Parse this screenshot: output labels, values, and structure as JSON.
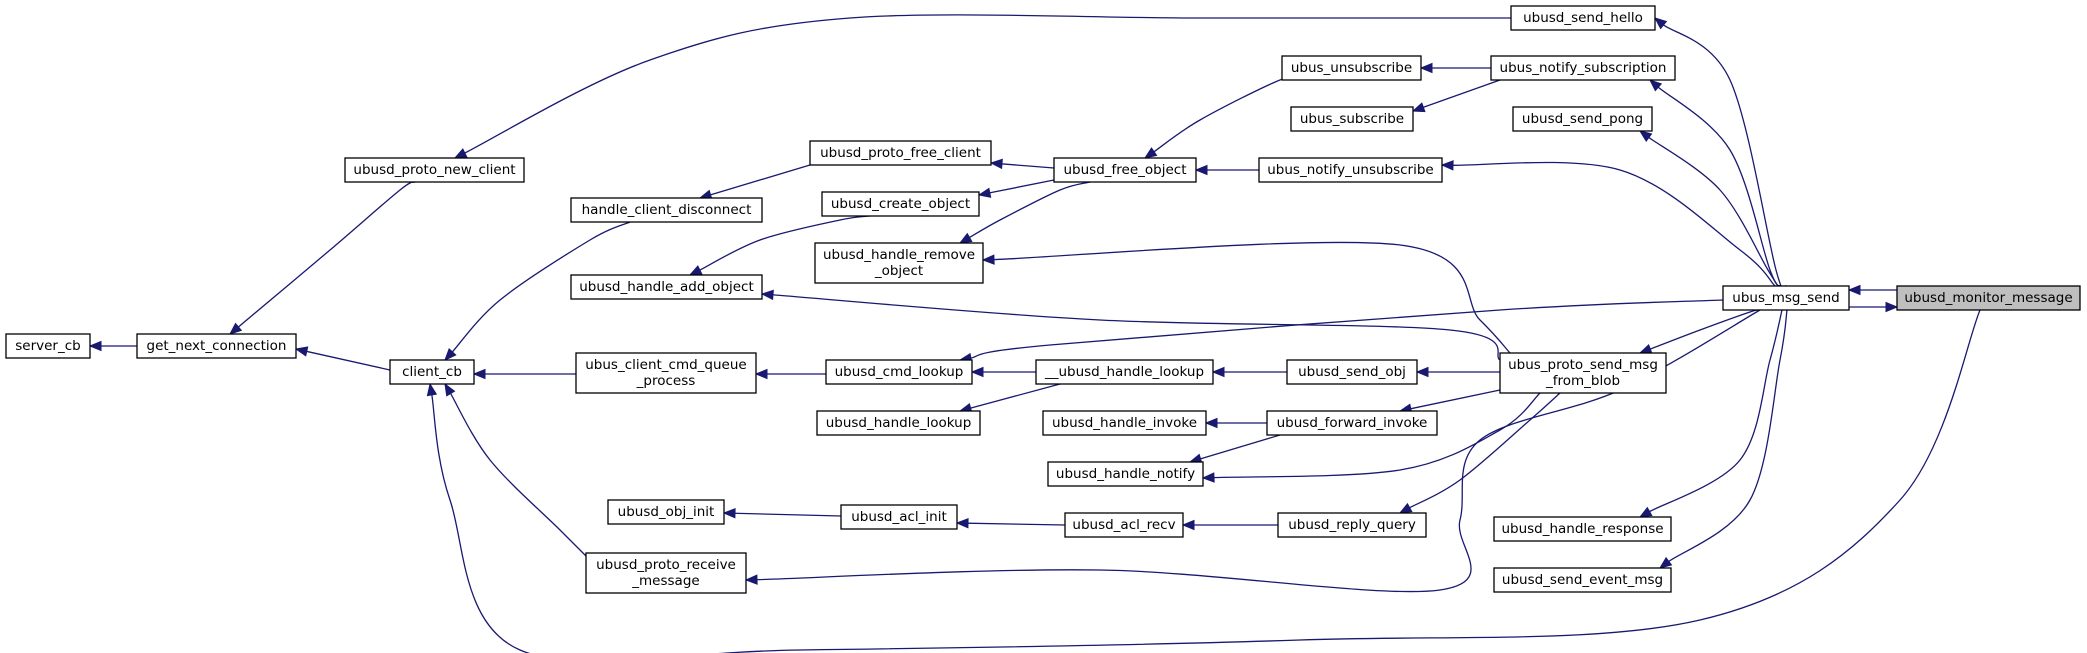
{
  "nodes": [
    {
      "id": "ubusd_monitor_message",
      "lines": [
        "ubusd_monitor_message"
      ]
    },
    {
      "id": "ubus_msg_send",
      "lines": [
        "ubus_msg_send"
      ]
    },
    {
      "id": "ubusd_send_hello",
      "lines": [
        "ubusd_send_hello"
      ]
    },
    {
      "id": "ubus_notify_subscription",
      "lines": [
        "ubus_notify_subscription"
      ]
    },
    {
      "id": "ubusd_send_pong",
      "lines": [
        "ubusd_send_pong"
      ]
    },
    {
      "id": "ubus_notify_unsubscribe",
      "lines": [
        "ubus_notify_unsubscribe"
      ]
    },
    {
      "id": "ubus_proto_send_msg_from_blob",
      "lines": [
        "ubus_proto_send_msg",
        "_from_blob"
      ]
    },
    {
      "id": "ubusd_handle_response",
      "lines": [
        "ubusd_handle_response"
      ]
    },
    {
      "id": "ubusd_send_event_msg",
      "lines": [
        "ubusd_send_event_msg"
      ]
    },
    {
      "id": "ubus_unsubscribe",
      "lines": [
        "ubus_unsubscribe"
      ]
    },
    {
      "id": "ubus_subscribe",
      "lines": [
        "ubus_subscribe"
      ]
    },
    {
      "id": "ubusd_free_object",
      "lines": [
        "ubusd_free_object"
      ]
    },
    {
      "id": "ubusd_send_obj",
      "lines": [
        "ubusd_send_obj"
      ]
    },
    {
      "id": "ubusd_forward_invoke",
      "lines": [
        "ubusd_forward_invoke"
      ]
    },
    {
      "id": "ubusd_reply_query",
      "lines": [
        "ubusd_reply_query"
      ]
    },
    {
      "id": "ubusd_proto_free_client",
      "lines": [
        "ubusd_proto_free_client"
      ]
    },
    {
      "id": "ubusd_create_object",
      "lines": [
        "ubusd_create_object"
      ]
    },
    {
      "id": "ubusd_handle_remove_object",
      "lines": [
        "ubusd_handle_remove",
        "_object"
      ]
    },
    {
      "id": "__ubusd_handle_lookup",
      "lines": [
        "__ubusd_handle_lookup"
      ]
    },
    {
      "id": "ubusd_handle_invoke",
      "lines": [
        "ubusd_handle_invoke"
      ]
    },
    {
      "id": "ubusd_handle_notify",
      "lines": [
        "ubusd_handle_notify"
      ]
    },
    {
      "id": "ubusd_acl_recv",
      "lines": [
        "ubusd_acl_recv"
      ]
    },
    {
      "id": "ubusd_cmd_lookup",
      "lines": [
        "ubusd_cmd_lookup"
      ]
    },
    {
      "id": "ubusd_handle_lookup",
      "lines": [
        "ubusd_handle_lookup"
      ]
    },
    {
      "id": "ubusd_acl_init",
      "lines": [
        "ubusd_acl_init"
      ]
    },
    {
      "id": "ubusd_proto_new_client",
      "lines": [
        "ubusd_proto_new_client"
      ]
    },
    {
      "id": "handle_client_disconnect",
      "lines": [
        "handle_client_disconnect"
      ]
    },
    {
      "id": "ubusd_handle_add_object",
      "lines": [
        "ubusd_handle_add_object"
      ]
    },
    {
      "id": "ubus_client_cmd_queue_process",
      "lines": [
        "ubus_client_cmd_queue",
        "_process"
      ]
    },
    {
      "id": "ubusd_obj_init",
      "lines": [
        "ubusd_obj_init"
      ]
    },
    {
      "id": "ubusd_proto_receive_message",
      "lines": [
        "ubusd_proto_receive",
        "_message"
      ]
    },
    {
      "id": "client_cb",
      "lines": [
        "client_cb"
      ]
    },
    {
      "id": "get_next_connection",
      "lines": [
        "get_next_connection"
      ]
    },
    {
      "id": "server_cb",
      "lines": [
        "server_cb"
      ]
    }
  ],
  "edges": [
    {
      "from": "ubus_msg_send",
      "to": "ubusd_monitor_message"
    },
    {
      "from": "ubusd_monitor_message",
      "to": "ubus_msg_send"
    },
    {
      "from": "ubusd_send_hello",
      "to": "ubus_msg_send"
    },
    {
      "from": "ubus_notify_subscription",
      "to": "ubus_msg_send"
    },
    {
      "from": "ubusd_send_pong",
      "to": "ubus_msg_send"
    },
    {
      "from": "ubus_notify_unsubscribe",
      "to": "ubus_msg_send"
    },
    {
      "from": "ubus_proto_send_msg_from_blob",
      "to": "ubus_msg_send"
    },
    {
      "from": "ubusd_handle_response",
      "to": "ubus_msg_send"
    },
    {
      "from": "ubusd_send_event_msg",
      "to": "ubus_msg_send"
    },
    {
      "from": "ubusd_cmd_lookup",
      "to": "ubus_msg_send"
    },
    {
      "from": "ubusd_proto_receive_message",
      "to": "ubus_msg_send"
    },
    {
      "from": "client_cb",
      "to": "ubusd_monitor_message"
    },
    {
      "from": "ubusd_proto_new_client",
      "to": "ubusd_send_hello"
    },
    {
      "from": "ubus_unsubscribe",
      "to": "ubus_notify_subscription"
    },
    {
      "from": "ubus_subscribe",
      "to": "ubus_notify_subscription"
    },
    {
      "from": "ubusd_free_object",
      "to": "ubus_notify_unsubscribe"
    },
    {
      "from": "ubusd_free_object",
      "to": "ubus_unsubscribe"
    },
    {
      "from": "ubusd_handle_remove_object",
      "to": "ubus_proto_send_msg_from_blob"
    },
    {
      "from": "ubusd_handle_add_object",
      "to": "ubus_proto_send_msg_from_blob"
    },
    {
      "from": "ubusd_send_obj",
      "to": "ubus_proto_send_msg_from_blob"
    },
    {
      "from": "ubusd_forward_invoke",
      "to": "ubus_proto_send_msg_from_blob"
    },
    {
      "from": "ubusd_handle_notify",
      "to": "ubus_proto_send_msg_from_blob"
    },
    {
      "from": "ubusd_reply_query",
      "to": "ubus_proto_send_msg_from_blob"
    },
    {
      "from": "ubusd_proto_free_client",
      "to": "ubusd_free_object"
    },
    {
      "from": "ubusd_create_object",
      "to": "ubusd_free_object"
    },
    {
      "from": "ubusd_handle_remove_object",
      "to": "ubusd_free_object"
    },
    {
      "from": "__ubusd_handle_lookup",
      "to": "ubusd_send_obj"
    },
    {
      "from": "ubusd_handle_invoke",
      "to": "ubusd_forward_invoke"
    },
    {
      "from": "ubusd_handle_notify",
      "to": "ubusd_forward_invoke"
    },
    {
      "from": "ubusd_acl_recv",
      "to": "ubusd_reply_query"
    },
    {
      "from": "handle_client_disconnect",
      "to": "ubusd_proto_free_client"
    },
    {
      "from": "ubusd_handle_add_object",
      "to": "ubusd_create_object"
    },
    {
      "from": "ubusd_cmd_lookup",
      "to": "__ubusd_handle_lookup"
    },
    {
      "from": "ubusd_handle_lookup",
      "to": "__ubusd_handle_lookup"
    },
    {
      "from": "ubusd_acl_init",
      "to": "ubusd_acl_recv"
    },
    {
      "from": "ubus_client_cmd_queue_process",
      "to": "ubusd_cmd_lookup"
    },
    {
      "from": "ubusd_obj_init",
      "to": "ubusd_acl_init"
    },
    {
      "from": "get_next_connection",
      "to": "ubusd_proto_new_client"
    },
    {
      "from": "client_cb",
      "to": "handle_client_disconnect"
    },
    {
      "from": "client_cb",
      "to": "ubus_client_cmd_queue_process"
    },
    {
      "from": "client_cb",
      "to": "ubusd_proto_receive_message"
    },
    {
      "from": "get_next_connection",
      "to": "client_cb"
    },
    {
      "from": "server_cb",
      "to": "get_next_connection"
    }
  ]
}
